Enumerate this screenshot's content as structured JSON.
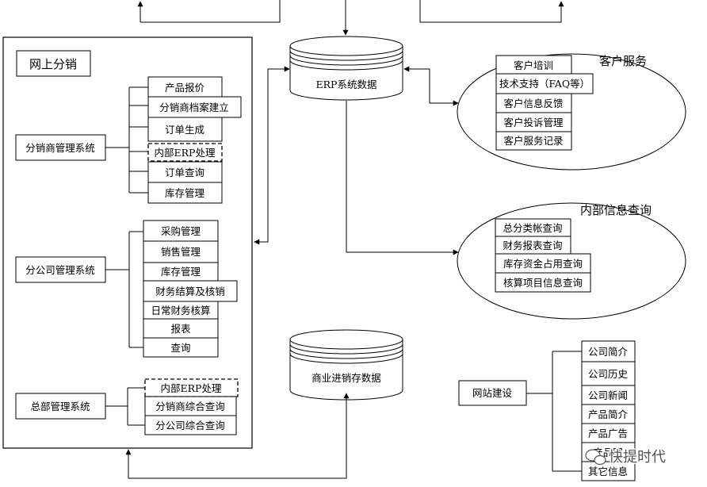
{
  "panel_title": "网上分销",
  "distributor_system": {
    "label": "分销商管理系统",
    "items": [
      "产品报价",
      "分销商档案建立",
      "订单生成",
      "内部ERP处理",
      "订单查询",
      "库存管理"
    ]
  },
  "branch_system": {
    "label": "分公司管理系统",
    "items": [
      "采购管理",
      "销售管理",
      "库存管理",
      "财务结算及核销",
      "日常财务核算",
      "报表",
      "查询"
    ]
  },
  "hq_system": {
    "label": "总部管理系统",
    "items": [
      "内部ERP处理",
      "分销商综合查询",
      "分公司综合查询"
    ]
  },
  "erp_db": {
    "label": "ERP系统数据"
  },
  "commerce_db": {
    "label": "商业进销存数据"
  },
  "customer_service": {
    "title": "客户服务",
    "items": [
      "客户培训",
      "技术支持（FAQ等）",
      "客户信息反馈",
      "客户投诉管理",
      "客户服务记录"
    ]
  },
  "internal_query": {
    "title": "内部信息查询",
    "items": [
      "总分类帐查询",
      "财务报表查询",
      "库存资金占用查询",
      "核算项目信息查询"
    ]
  },
  "website": {
    "label": "网站建设",
    "items": [
      "公司简介",
      "公司历史",
      "公司新闻",
      "产品简介",
      "产品广告",
      "产品图",
      "其它信息"
    ]
  },
  "watermark": "快提时代"
}
